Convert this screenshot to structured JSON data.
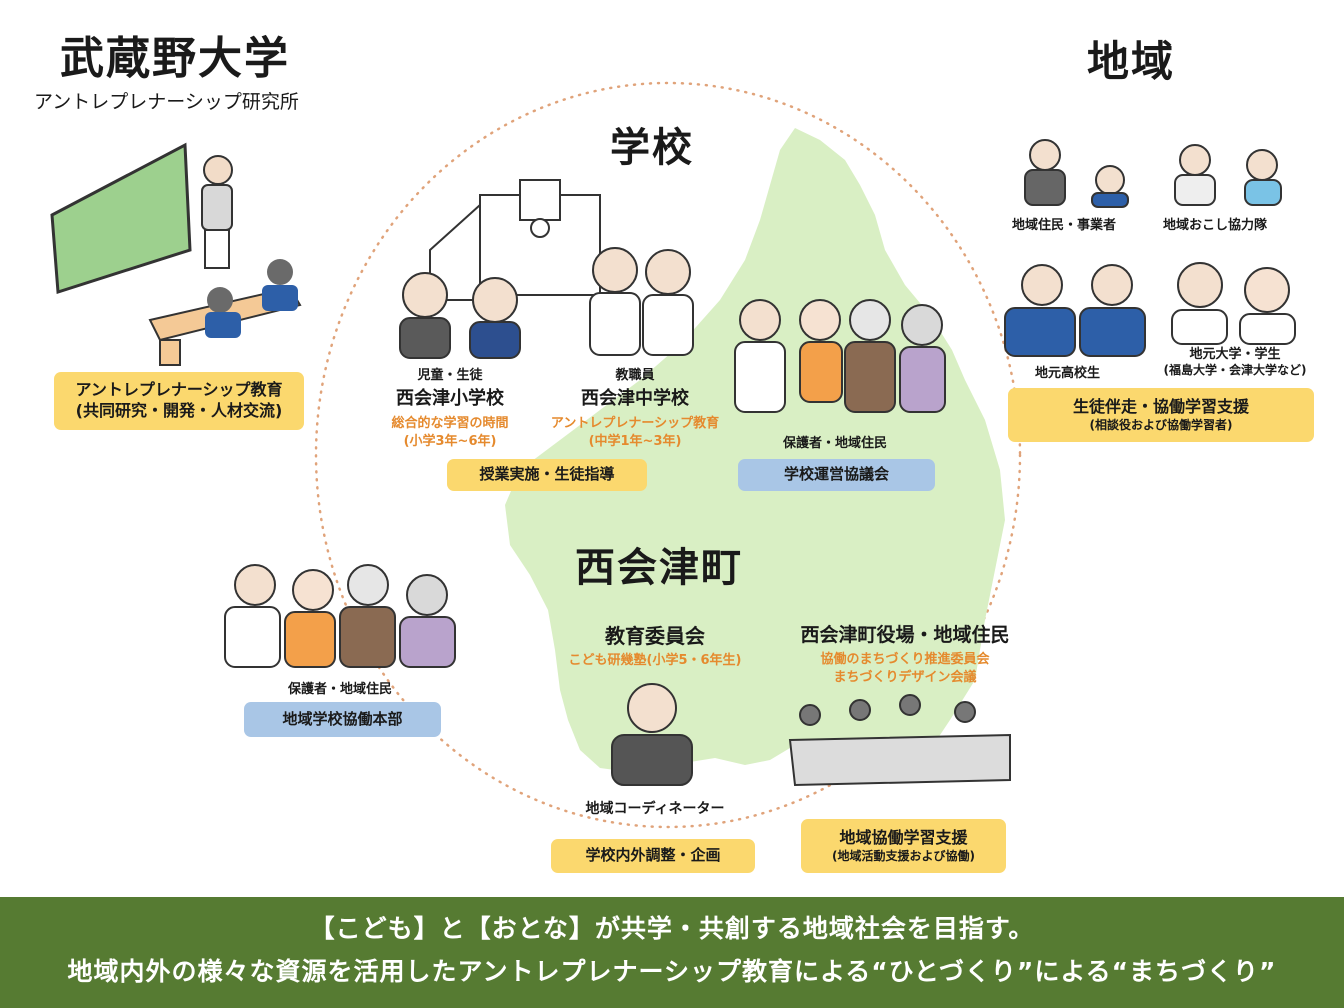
{
  "university": {
    "title": "武蔵野大学",
    "subtitle": "アントレプレナーシップ研究所",
    "tag_line1": "アントレプレナーシップ教育",
    "tag_line2": "(共同研究・開発・人材交流)"
  },
  "region": {
    "title": "地域",
    "residents_label": "地域住民・事業者",
    "coop_label": "地域おこし協力隊",
    "highschool_label": "地元高校生",
    "univ_students_label": "地元大学・学生",
    "univ_students_note": "(福島大学・会津大学など)",
    "tag_line1": "生徒伴走・協働学習支援",
    "tag_line2": "(相談役および協働学習者)"
  },
  "school": {
    "title": "学校",
    "students_label": "児童・生徒",
    "elementary": {
      "name": "西会津小学校",
      "note1": "総合的な学習の時間",
      "note2": "(小学3年~6年)"
    },
    "staff_label": "教職員",
    "junior_high": {
      "name": "西会津中学校",
      "note1": "アントレプレナーシップ教育",
      "note2": "(中学1年~3年)"
    },
    "tag_instruction": "授業実施・生徒指導",
    "guardians_label": "保護者・地域住民",
    "tag_council": "学校運営協議会"
  },
  "town": {
    "title": "西会津町",
    "board": {
      "name": "教育委員会",
      "note": "こども研幾塾(小学5・6年生)"
    },
    "coordinator_label": "地域コーディネーター",
    "tag_coord": "学校内外調整・企画",
    "office": {
      "name": "西会津町役場・地域住民",
      "note1": "協働のまちづくり推進委員会",
      "note2": "まちづくりデザイン会議"
    },
    "tag_collab_line1": "地域協働学習支援",
    "tag_collab_line2": "(地域活動支援および協働)",
    "left_guardians_label": "保護者・地域住民",
    "tag_hq": "地域学校協働本部"
  },
  "footer": {
    "line1": "【こども】と【おとな】が共学・共創する地域社会を目指す。",
    "line2": "地域内外の様々な資源を活用したアントレプレナーシップ教育による“ひとづくり”による“まちづくり”"
  },
  "colors": {
    "map": "#d9efc4",
    "accent_orange": "#e58a2e",
    "tag_yellow": "#fbd86e",
    "tag_blue": "#a9c6e6",
    "footer_green": "#567b32"
  }
}
